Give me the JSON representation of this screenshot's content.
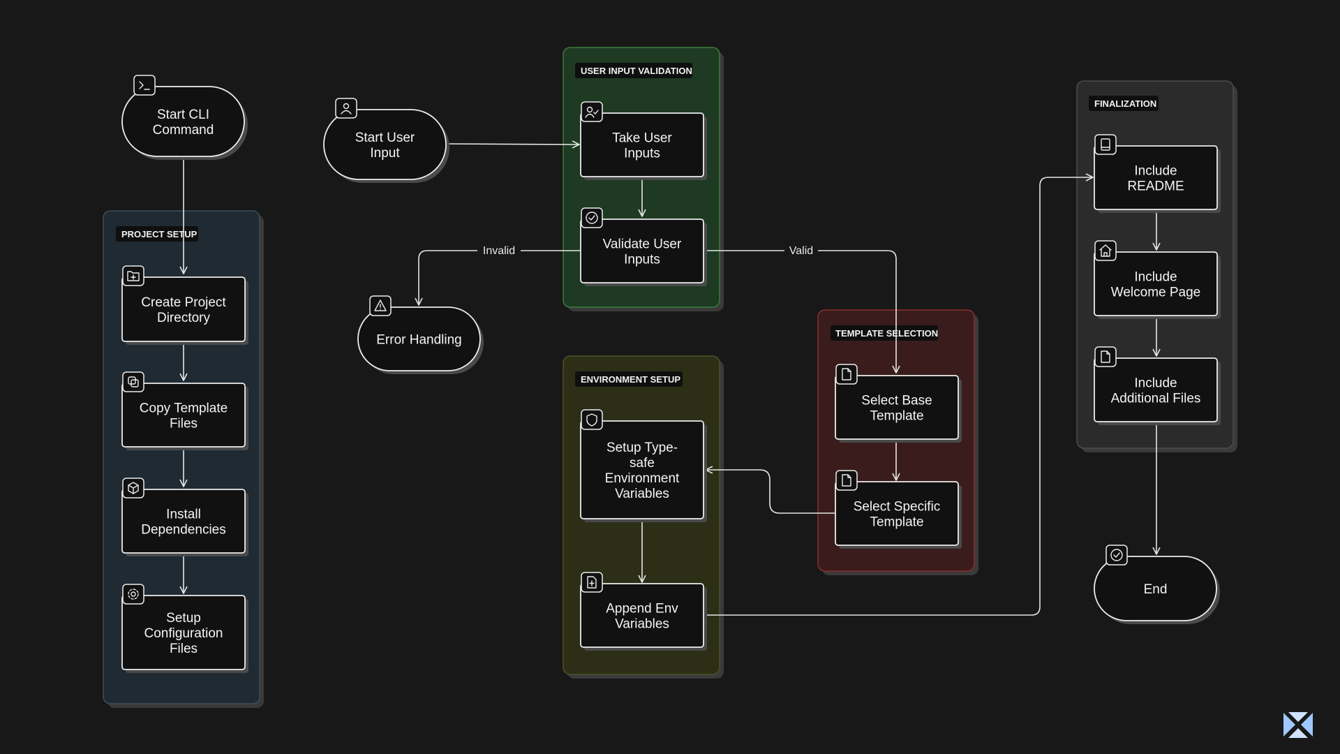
{
  "colors": {
    "background": "#181818",
    "project_setup": "#1f2a33",
    "user_input_validation": "#1e3a22",
    "environment_setup": "#2c2f16",
    "template_selection": "#3a1c1c",
    "finalization": "#2b2b2b"
  },
  "groups": {
    "project_setup": "PROJECT SETUP",
    "user_input_validation": "USER INPUT VALIDATION",
    "environment_setup": "ENVIRONMENT SETUP",
    "template_selection": "TEMPLATE SELECTION",
    "finalization": "FINALIZATION"
  },
  "nodes": {
    "start_cli": {
      "lines": [
        "Start CLI",
        "Command"
      ],
      "icon": "terminal-icon"
    },
    "create_dir": {
      "lines": [
        "Create Project",
        "Directory"
      ],
      "icon": "folder-plus-icon"
    },
    "copy_files": {
      "lines": [
        "Copy Template",
        "Files"
      ],
      "icon": "copy-icon"
    },
    "install_deps": {
      "lines": [
        "Install",
        "Dependencies"
      ],
      "icon": "package-icon"
    },
    "setup_config": {
      "lines": [
        "Setup",
        "Configuration",
        "Files"
      ],
      "icon": "gear-icon"
    },
    "start_input": {
      "lines": [
        "Start User",
        "Input"
      ],
      "icon": "user-icon"
    },
    "take_inputs": {
      "lines": [
        "Take User",
        "Inputs"
      ],
      "icon": "user-check-icon"
    },
    "validate_inputs": {
      "lines": [
        "Validate User",
        "Inputs"
      ],
      "icon": "check-circle-icon"
    },
    "error_handling": {
      "lines": [
        "Error Handling"
      ],
      "icon": "warning-icon"
    },
    "env_vars": {
      "lines": [
        "Setup Type-",
        "safe",
        "Environment",
        "Variables"
      ],
      "icon": "shield-icon"
    },
    "append_env": {
      "lines": [
        "Append Env",
        "Variables"
      ],
      "icon": "file-plus-icon"
    },
    "base_template": {
      "lines": [
        "Select Base",
        "Template"
      ],
      "icon": "file-icon"
    },
    "specific_template": {
      "lines": [
        "Select Specific",
        "Template"
      ],
      "icon": "file-icon"
    },
    "readme": {
      "lines": [
        "Include",
        "README"
      ],
      "icon": "book-icon"
    },
    "welcome": {
      "lines": [
        "Include",
        "Welcome Page"
      ],
      "icon": "home-icon"
    },
    "additional": {
      "lines": [
        "Include",
        "Additional Files"
      ],
      "icon": "file-icon"
    },
    "end": {
      "lines": [
        "End"
      ],
      "icon": "check-circle-icon"
    }
  },
  "edge_labels": {
    "invalid": "Invalid",
    "valid": "Valid"
  },
  "logo": "brand-logo-icon"
}
